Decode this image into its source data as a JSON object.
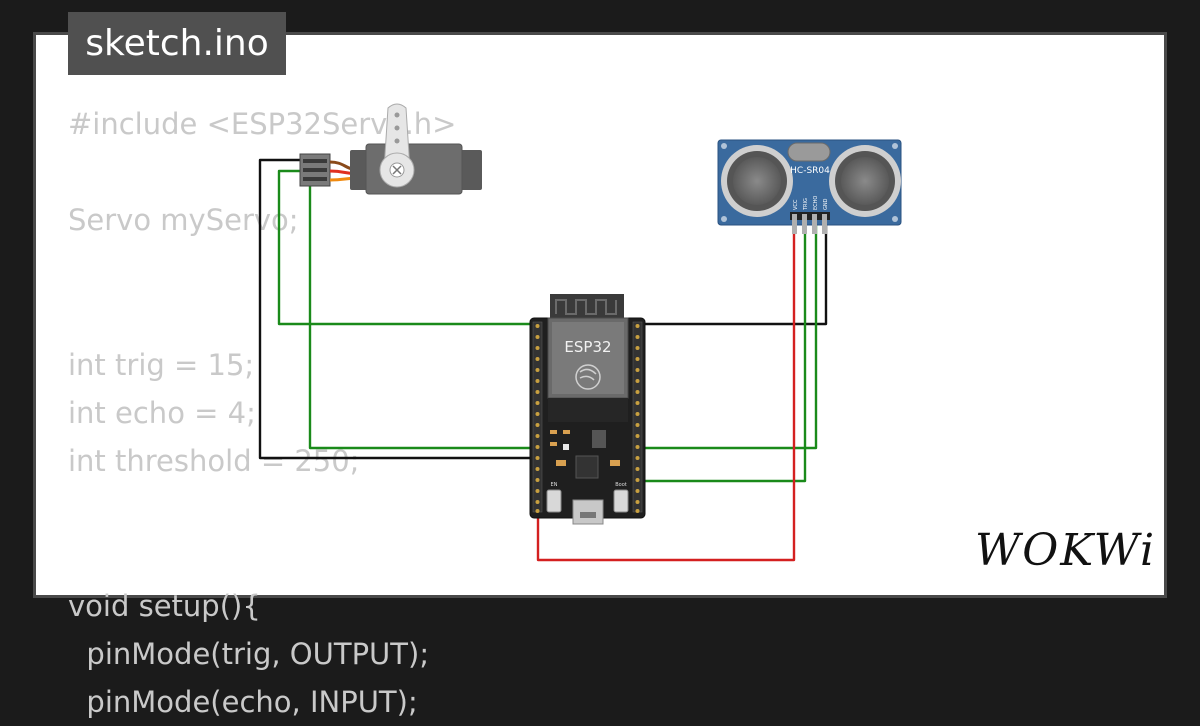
{
  "editor": {
    "file_tab": "sketch.ino",
    "code_lines": [
      "#include <ESP32Servo.h>",
      "",
      "Servo myServo;",
      "",
      "",
      "int trig = 15;",
      "int echo = 4;",
      "int threshold = 250;",
      "",
      "",
      "void setup(){",
      "  pinMode(trig, OUTPUT);",
      "  pinMode(echo, INPUT);"
    ]
  },
  "components": {
    "mcu_label": "ESP32",
    "sensor_label": "HC-SR04",
    "sensor_pins": [
      "VCC",
      "TRIG",
      "ECHO",
      "GND"
    ],
    "board_button_left": "EN",
    "board_button_right": "Boot"
  },
  "brand": {
    "name": "WOKWi"
  },
  "colors": {
    "wire_black": "#111111",
    "wire_green": "#1a8a1a",
    "wire_red": "#d42020",
    "sensor_blue": "#3a6a9e",
    "board_black": "#1f1f1f"
  }
}
